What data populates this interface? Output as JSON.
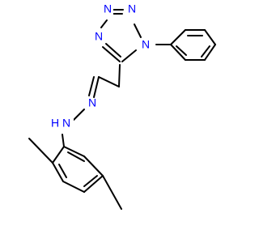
{
  "colors": {
    "background": "#ffffff",
    "carbon_bond": "#000000",
    "nitrogen": "#0000ff"
  },
  "labels": {
    "tetrazole_n_top_left": "N",
    "tetrazole_n_top_right": "N",
    "tetrazole_n_left": "N",
    "tetrazole_n_substituted": "N",
    "hydrazone_n_imine": "N",
    "hydrazone_nh": "N",
    "hydrazone_nh_h": "H"
  }
}
